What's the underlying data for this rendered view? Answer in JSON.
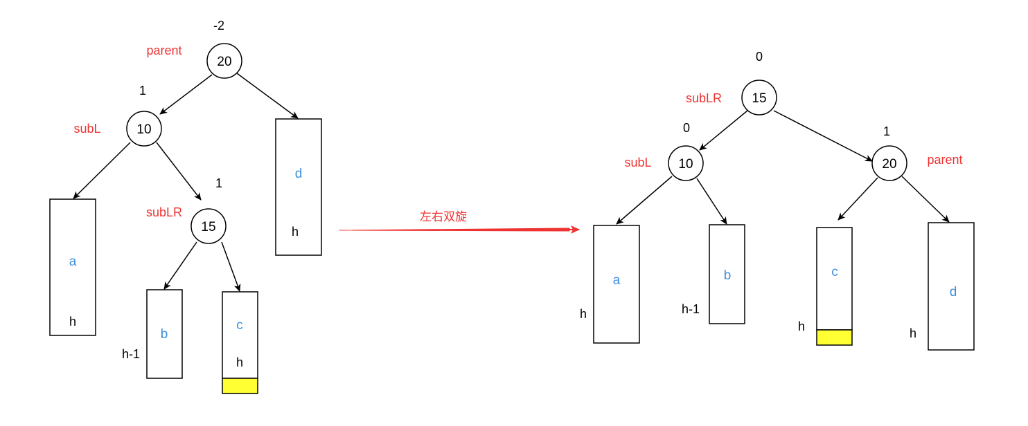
{
  "colors": {
    "role_label": "#ee3333",
    "subtree_label": "#3d8fe0",
    "extra_node_fill": "#ffff33",
    "rotation_arrow": "#ee3333"
  },
  "rotation_label": "左右双旋",
  "before": {
    "parent": {
      "role": "parent",
      "key": "20",
      "bf": "-2"
    },
    "subL": {
      "role": "subL",
      "key": "10",
      "bf": "1"
    },
    "subLR": {
      "role": "subLR",
      "key": "15",
      "bf": "1"
    },
    "subtrees": {
      "a": {
        "name": "a",
        "height": "h"
      },
      "b": {
        "name": "b",
        "height": "h-1"
      },
      "c": {
        "name": "c",
        "height": "h"
      },
      "d": {
        "name": "d",
        "height": "h"
      }
    }
  },
  "after": {
    "subLR": {
      "role": "subLR",
      "key": "15",
      "bf": "0"
    },
    "subL": {
      "role": "subL",
      "key": "10",
      "bf": "0"
    },
    "parent": {
      "role": "parent",
      "key": "20",
      "bf": "1"
    },
    "subtrees": {
      "a": {
        "name": "a",
        "height": "h"
      },
      "b": {
        "name": "b",
        "height": "h-1"
      },
      "c": {
        "name": "c",
        "height": "h"
      },
      "d": {
        "name": "d",
        "height": "h"
      }
    }
  }
}
